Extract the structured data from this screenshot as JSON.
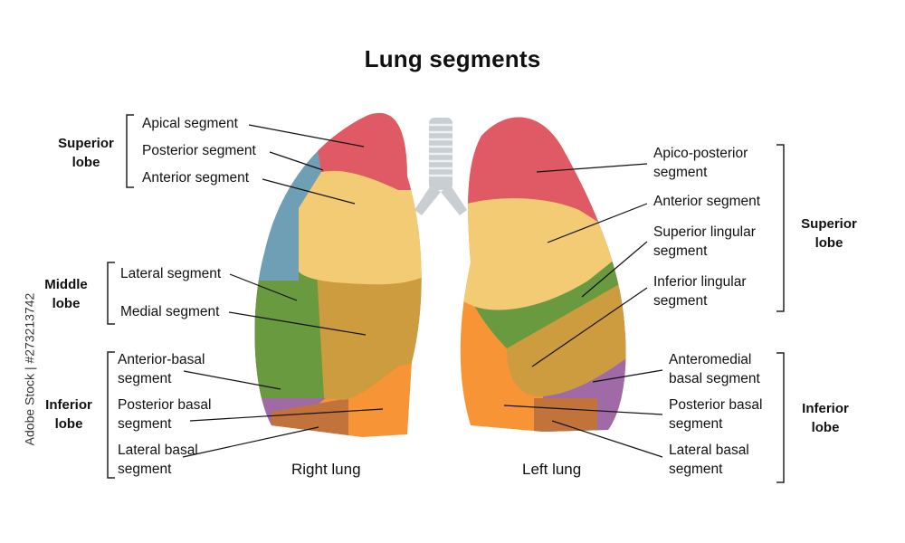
{
  "title": "Lung segments",
  "right_lung": {
    "caption": "Right lung",
    "superior_lobe": {
      "label": [
        "Superior",
        "lobe"
      ],
      "segments": [
        "Apical segment",
        "Posterior segment",
        "Anterior segment"
      ]
    },
    "middle_lobe": {
      "label": [
        "Middle",
        "lobe"
      ],
      "segments": [
        "Lateral segment",
        "Medial segment"
      ]
    },
    "inferior_lobe": {
      "label": [
        "Inferior",
        "lobe"
      ],
      "segments": [
        [
          "Anterior-basal",
          "segment"
        ],
        [
          "Posterior basal",
          "segment"
        ],
        [
          "Lateral basal",
          "segment"
        ]
      ]
    }
  },
  "left_lung": {
    "caption": "Left lung",
    "superior_lobe": {
      "label": [
        "Superior",
        "lobe"
      ],
      "segments": [
        [
          "Apico-posterior",
          "segment"
        ],
        [
          "Anterior segment"
        ],
        [
          "Superior lingular",
          "segment"
        ],
        [
          "Inferior lingular",
          "segment"
        ]
      ]
    },
    "inferior_lobe": {
      "label": [
        "Inferior",
        "lobe"
      ],
      "segments": [
        [
          "Anteromedial",
          "basal segment"
        ],
        [
          "Posterior basal",
          "segment"
        ],
        [
          "Lateral basal",
          "segment"
        ]
      ]
    }
  },
  "stock_id": "Adobe Stock | #273213742",
  "colors": {
    "apical_red": "#e05a66",
    "posterior_blue": "#6e9fb5",
    "anterior_yellow": "#f2cb74",
    "lateral_green": "#6a9a40",
    "medial_mustard": "#cc9c3e",
    "anterior_basal_purple": "#a06aa6",
    "posterior_basal_orange": "#f79536",
    "lateral_basal_brown": "#c2733b",
    "trachea_gray": "#c9ced2"
  }
}
